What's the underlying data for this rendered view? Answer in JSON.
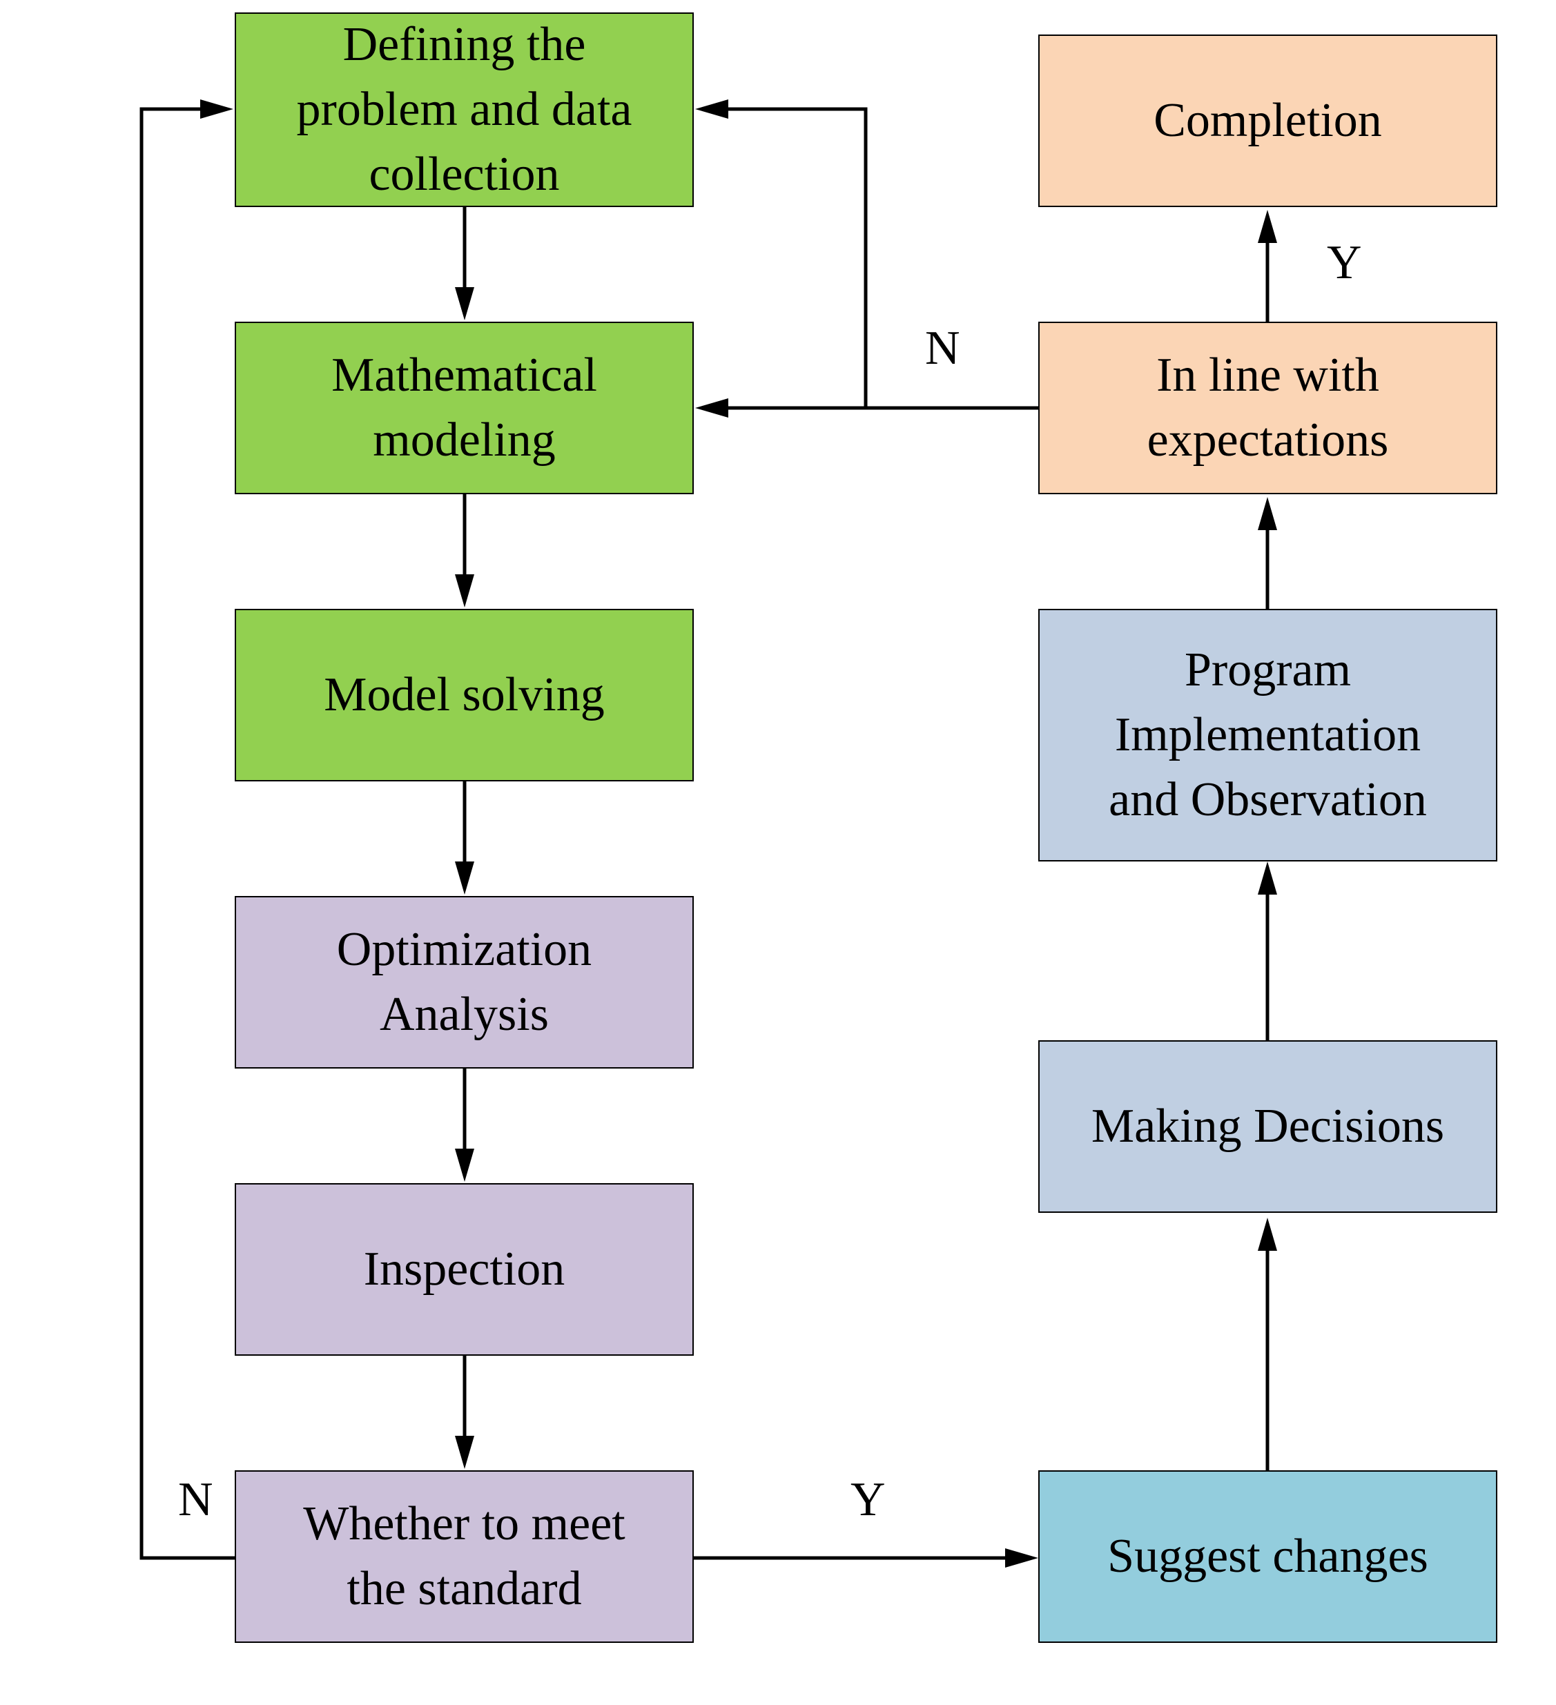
{
  "colors": {
    "green": "#92d050",
    "purple": "#ccc1da",
    "peach": "#fbd5b5",
    "blue": "#c0cfe2",
    "teal": "#93cddd",
    "line": "#000000"
  },
  "nodes": {
    "define": "Defining the\nproblem and data\ncollection",
    "modeling": "Mathematical\nmodeling",
    "solving": "Model solving",
    "optimization": "Optimization\nAnalysis",
    "inspection": "Inspection",
    "standard": "Whether to meet\nthe standard",
    "suggest": "Suggest changes",
    "decisions": "Making Decisions",
    "program": "Program\nImplementation\nand Observation",
    "expectations": "In line with\nexpectations",
    "completion": "Completion"
  },
  "labels": {
    "standard_no": "N",
    "standard_yes": "Y",
    "expectations_no": "N",
    "expectations_yes": "Y"
  }
}
